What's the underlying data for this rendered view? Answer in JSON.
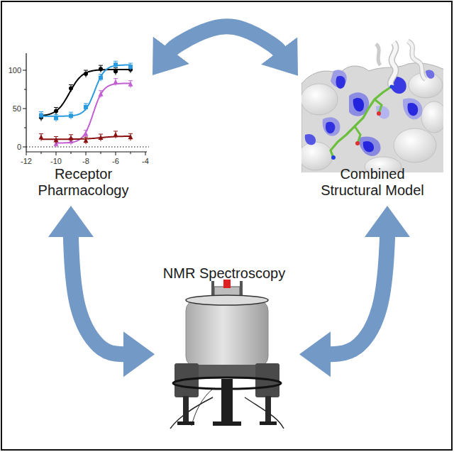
{
  "diagram": {
    "nodes": [
      {
        "text": [
          "Receptor Pharmacology"
        ]
      },
      {
        "text": [
          "Combined Structural Model"
        ]
      },
      {
        "text": [
          "NMR Spectroscopy"
        ]
      }
    ],
    "edges": [
      {
        "from": 0,
        "to": 1,
        "arrow": "both"
      },
      {
        "from": 0,
        "to": 2,
        "arrow": "both"
      },
      {
        "from": 1,
        "to": 2,
        "arrow": "both"
      }
    ],
    "labels": [
      "100",
      "50",
      "0",
      "-12",
      "-10",
      "-8",
      "-6",
      "-4"
    ]
  }
}
